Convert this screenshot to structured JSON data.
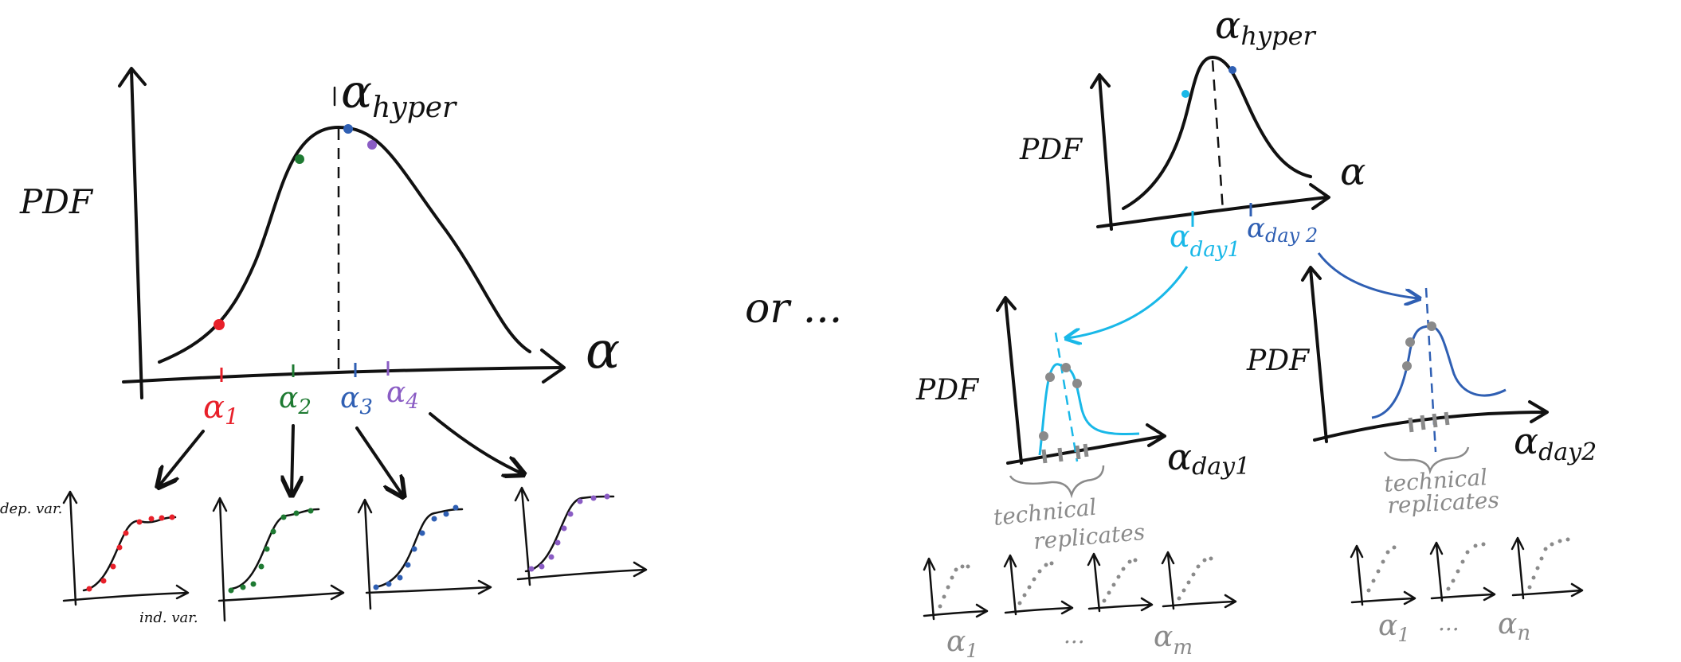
{
  "colors": {
    "ink": "#111111",
    "red": "#e8202a",
    "green": "#1e7a32",
    "blue": "#2f5fb3",
    "purple": "#8a5cc4",
    "cyan": "#19b8e8",
    "grey": "#8a8a8a"
  },
  "left": {
    "ylabel": "PDF",
    "xlabel": "α",
    "hyper_label": "α",
    "hyper_sub": "hyper",
    "alphas": [
      {
        "sym": "α",
        "sub": "1",
        "color": "red"
      },
      {
        "sym": "α",
        "sub": "2",
        "color": "green"
      },
      {
        "sym": "α",
        "sub": "3",
        "color": "blue"
      },
      {
        "sym": "α",
        "sub": "4",
        "color": "purple"
      }
    ],
    "mini_ylabel": "dep. var.",
    "mini_xlabel": "ind. var."
  },
  "or_text": "or ...",
  "right": {
    "top_ylabel": "PDF",
    "top_xlabel": "α",
    "hyper_label": "α",
    "hyper_sub": "hyper",
    "day1_label": "α",
    "day1_sub": "day1",
    "day2_label": "α",
    "day2_sub": "day 2",
    "day1": {
      "ylabel": "PDF",
      "xlabel": "α",
      "xsub": "day1",
      "brace_label_1": "technical",
      "brace_label_2": "replicates",
      "first_label": "α",
      "first_sub": "1",
      "ellipsis": "...",
      "last_label": "α",
      "last_sub": "m"
    },
    "day2": {
      "ylabel": "PDF",
      "xlabel": "α",
      "xsub": "day2",
      "brace_label_1": "technical",
      "brace_label_2": "replicates",
      "first_label": "α",
      "first_sub": "1",
      "ellipsis": "...",
      "last_label": "α",
      "last_sub": "n"
    }
  }
}
